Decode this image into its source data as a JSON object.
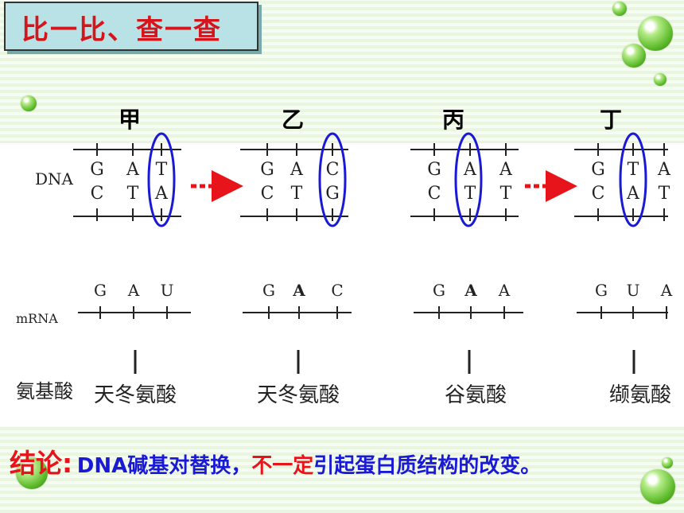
{
  "title": "比一比、查一查",
  "columns": [
    {
      "name": "甲",
      "dna_top": [
        "G",
        "A",
        "T"
      ],
      "dna_bottom": [
        "C",
        "T",
        "A"
      ],
      "mrna": [
        "G",
        "A",
        "U"
      ],
      "amino_acid": "天冬氨酸"
    },
    {
      "name": "乙",
      "dna_top": [
        "G",
        "A",
        "C"
      ],
      "dna_bottom": [
        "C",
        "T",
        "G"
      ],
      "mrna": [
        "G",
        "A",
        "C"
      ],
      "amino_acid": "天冬氨酸"
    },
    {
      "name": "丙",
      "dna_top": [
        "G",
        "A",
        "A"
      ],
      "dna_bottom": [
        "C",
        "T",
        "T"
      ],
      "mrna": [
        "G",
        "A",
        "A"
      ],
      "amino_acid": "谷氨酸"
    },
    {
      "name": "丁",
      "dna_top": [
        "G",
        "T",
        "A"
      ],
      "dna_bottom": [
        "C",
        "A",
        "T"
      ],
      "mrna": [
        "G",
        "U",
        "A"
      ],
      "amino_acid": "缬氨酸"
    }
  ],
  "row_labels": {
    "dna": "DNA",
    "mrna": "mRNA",
    "amino": "氨基酸"
  },
  "conclusion": {
    "label": "结论:",
    "part1": "DNA碱基对替换，",
    "emphasis": "不一定",
    "part2": "引起蛋白质结构的改变。"
  },
  "colors": {
    "highlight_ellipse": "#1a1ad6",
    "arrow": "#e8141b",
    "title_text": "#d4151b"
  }
}
